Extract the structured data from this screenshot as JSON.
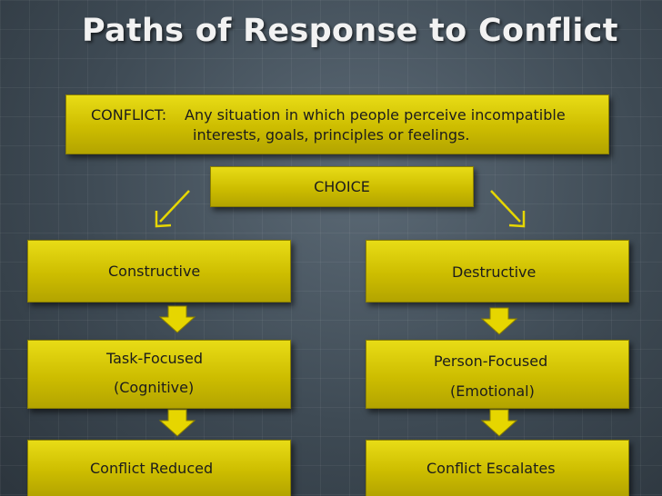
{
  "title": "Paths of Response to Conflict",
  "definition": {
    "label": "CONFLICT:",
    "line1": "Any situation in which people perceive incompatible",
    "line2": "interests, goals, principles or feelings."
  },
  "choice": "CHOICE",
  "left": {
    "approach": "Constructive",
    "focus": "Task-Focused",
    "focus_type": "(Cognitive)",
    "outcome": "Conflict Reduced"
  },
  "right": {
    "approach": "Destructive",
    "focus": "Person-Focused",
    "focus_type": "(Emotional)",
    "outcome": "Conflict Escalates"
  },
  "colors": {
    "box_fill": "#d4c400",
    "arrow_fill": "#e6d600",
    "title_text": "#f2f2f2",
    "background": "#3e4a54"
  },
  "icons": {
    "down_arrow": "block-down-arrow-icon",
    "diagonal_arrow": "diagonal-arrow-icon"
  }
}
